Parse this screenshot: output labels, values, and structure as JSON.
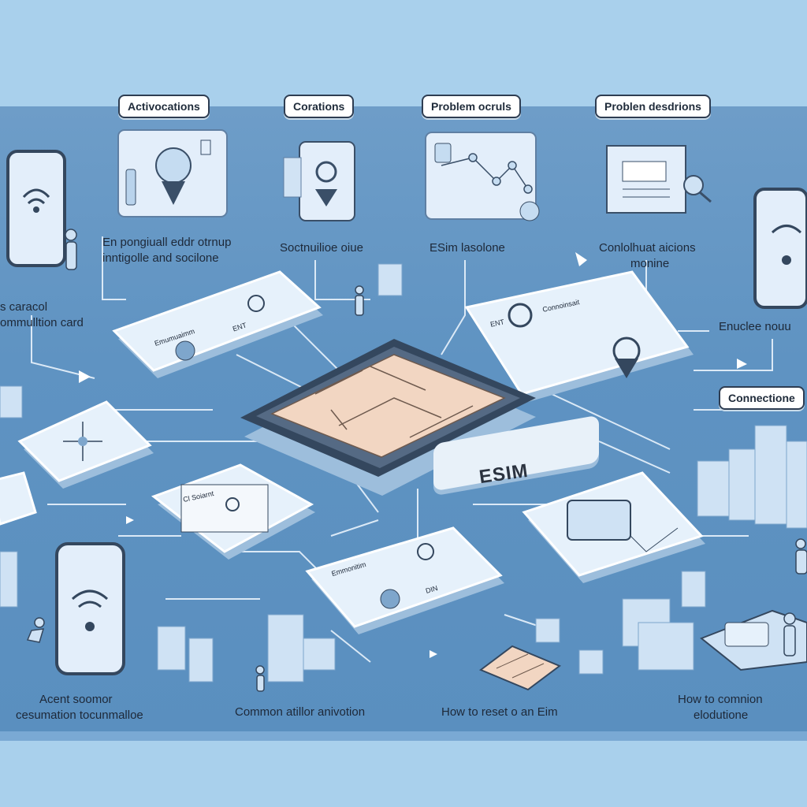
{
  "headings": [
    "Activocations",
    "Corations",
    "Problem ocruls",
    "Problen desdrions",
    "Connectione"
  ],
  "captions": {
    "top_left": [
      "En pongiuall eddr otrnup",
      "inntigolle and socilone"
    ],
    "left_edge": [
      "s caracol",
      "ommulltion card"
    ],
    "center_top": "Soctnuilioe oiue",
    "esim_issue": "ESim lasolone",
    "right_top": [
      "Conlolhuat aicions",
      "monine"
    ],
    "right_edge": "Enuclee nouu",
    "bottom_left": [
      "Acent soomor",
      "cesumation tocunmalloe"
    ],
    "bottom_center": "Common atillor anivotion",
    "bottom_mid": "How to reset o an Eim",
    "bottom_right": [
      "How to comnion",
      "elodutione"
    ]
  },
  "card_texts": {
    "card1": "Emumuaimm",
    "card_center_right": "Connoinsait",
    "card_bottom": "Emmonitim",
    "card_small": "Cl Soiarnt",
    "card_right_code": "ENT",
    "card_bottom_code": "DIN",
    "card1_code": "ENT"
  },
  "esim_label": "ESIM",
  "colors": {
    "background": "#a9d0ec",
    "board": "#5f93c2",
    "card": "#e6f1fb",
    "chip": "#f2d6c2",
    "chip_frame": "#34475e",
    "line": "#dbe9f6"
  },
  "icons": [
    "wifi-icon",
    "sim-chip-icon",
    "person-icon",
    "box-icon",
    "building-icon",
    "network-icon",
    "location-pin-icon",
    "document-icon",
    "magnifier-icon",
    "phone-icon"
  ]
}
